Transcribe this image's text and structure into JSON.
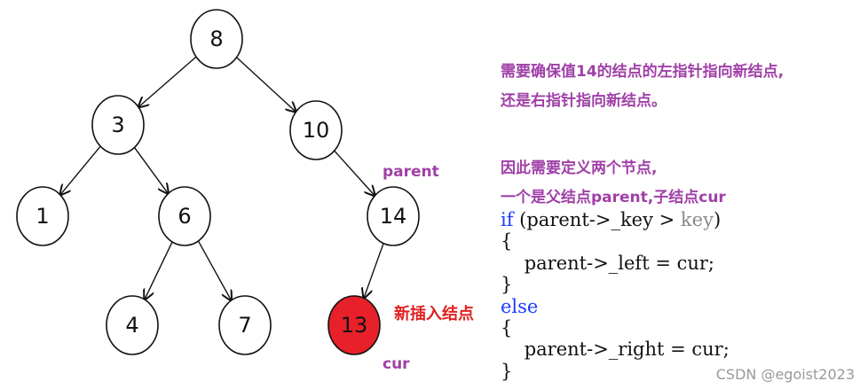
{
  "tree": {
    "nodes": [
      {
        "id": "n8",
        "label": "8",
        "highlight": false
      },
      {
        "id": "n3",
        "label": "3",
        "highlight": false
      },
      {
        "id": "n10",
        "label": "10",
        "highlight": false
      },
      {
        "id": "n1",
        "label": "1",
        "highlight": false
      },
      {
        "id": "n6",
        "label": "6",
        "highlight": false
      },
      {
        "id": "n14",
        "label": "14",
        "highlight": false
      },
      {
        "id": "n4",
        "label": "4",
        "highlight": false
      },
      {
        "id": "n7",
        "label": "7",
        "highlight": false
      },
      {
        "id": "n13",
        "label": "13",
        "highlight": true
      }
    ],
    "edges": [
      [
        "n8",
        "n3"
      ],
      [
        "n8",
        "n10"
      ],
      [
        "n3",
        "n1"
      ],
      [
        "n3",
        "n6"
      ],
      [
        "n10",
        "n14"
      ],
      [
        "n6",
        "n4"
      ],
      [
        "n6",
        "n7"
      ],
      [
        "n14",
        "n13"
      ]
    ],
    "highlight_color": "#e8202a"
  },
  "labels": {
    "parent": "parent",
    "new_node": "新插入结点",
    "cur": "cur"
  },
  "explanation": {
    "line1": "需要确保值14的结点的左指针指向新结点,",
    "line2": "还是右指针指向新结点。",
    "line3": "因此需要定义两个节点,",
    "line4": "一个是父结点parent,子结点cur"
  },
  "code": {
    "if_kw": "if",
    "cond_open": " (parent->_key > ",
    "cond_key": "key",
    "cond_close": ")",
    "brace_open_1": "{",
    "left_stmt": "    parent->_left = cur;",
    "brace_close_1": "}",
    "else_kw": "else",
    "brace_open_2": "{",
    "right_stmt": "    parent->_right = cur;",
    "brace_close_2": "}"
  },
  "watermark": "CSDN @egoist2023",
  "colors": {
    "purple": "#a040a8",
    "red": "#e02020",
    "keyword": "#1a3cff"
  }
}
